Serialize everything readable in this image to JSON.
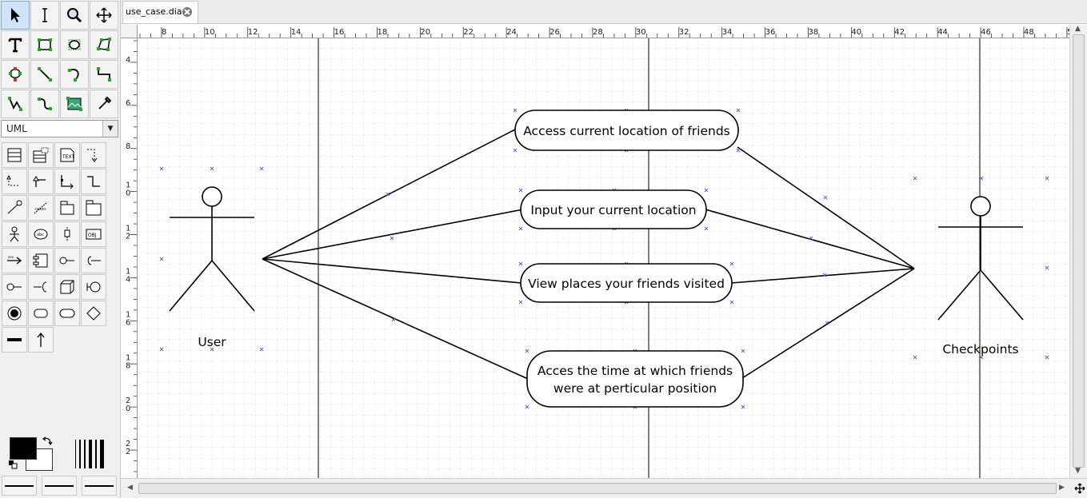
{
  "tab": {
    "filename": "use_case.dia"
  },
  "toolbox": {
    "sheet": "UML",
    "tools": [
      "pointer-icon",
      "text-cursor-icon",
      "magnifier-icon",
      "move-icon",
      "text-tool-icon",
      "box-icon",
      "ellipse-icon",
      "polygon-icon",
      "beziergon-icon",
      "line-icon",
      "arc-icon",
      "zigzag-icon",
      "polyline-icon",
      "bezier-icon",
      "image-icon",
      "outline-icon"
    ],
    "sheet_tools": [
      "class-icon",
      "template-class-icon",
      "note-icon",
      "dependency-icon",
      "realizes-icon",
      "generalization-icon",
      "association-icon",
      "implements-icon",
      "constraint-icon",
      "stereotype-icon",
      "small-package-icon",
      "large-package-icon",
      "actor-icon",
      "usecase-icon",
      "lifeline-icon",
      "object-icon",
      "message-icon",
      "component-icon",
      "provided-interface-icon",
      "required-interface-icon",
      "socket-icon",
      "ball-icon",
      "node-icon",
      "classicon-icon",
      "initial-state-icon",
      "activity-icon",
      "state-icon",
      "branch-icon",
      "fork-icon",
      "transition-icon"
    ]
  },
  "rulers": {
    "horizontal": [
      "8",
      "10",
      "12",
      "14",
      "16",
      "18",
      "20",
      "22",
      "24",
      "26",
      "28",
      "30",
      "32",
      "34",
      "36",
      "38",
      "40",
      "42",
      "44",
      "46",
      "48",
      "5"
    ],
    "vertical": [
      "4",
      "6",
      "8",
      "10",
      "12",
      "14",
      "16",
      "18",
      "20",
      "22"
    ]
  },
  "diagram": {
    "actors": [
      {
        "id": "user",
        "label": "User"
      },
      {
        "id": "checkpoints",
        "label": "Checkpoints"
      }
    ],
    "use_cases": [
      {
        "id": "uc1",
        "lines": [
          "Access current location of friends"
        ]
      },
      {
        "id": "uc2",
        "lines": [
          "Input your current location"
        ]
      },
      {
        "id": "uc3",
        "lines": [
          "View places your friends visited"
        ]
      },
      {
        "id": "uc4",
        "lines": [
          "Acces the time at which friends",
          "were at perticular position"
        ]
      }
    ]
  }
}
